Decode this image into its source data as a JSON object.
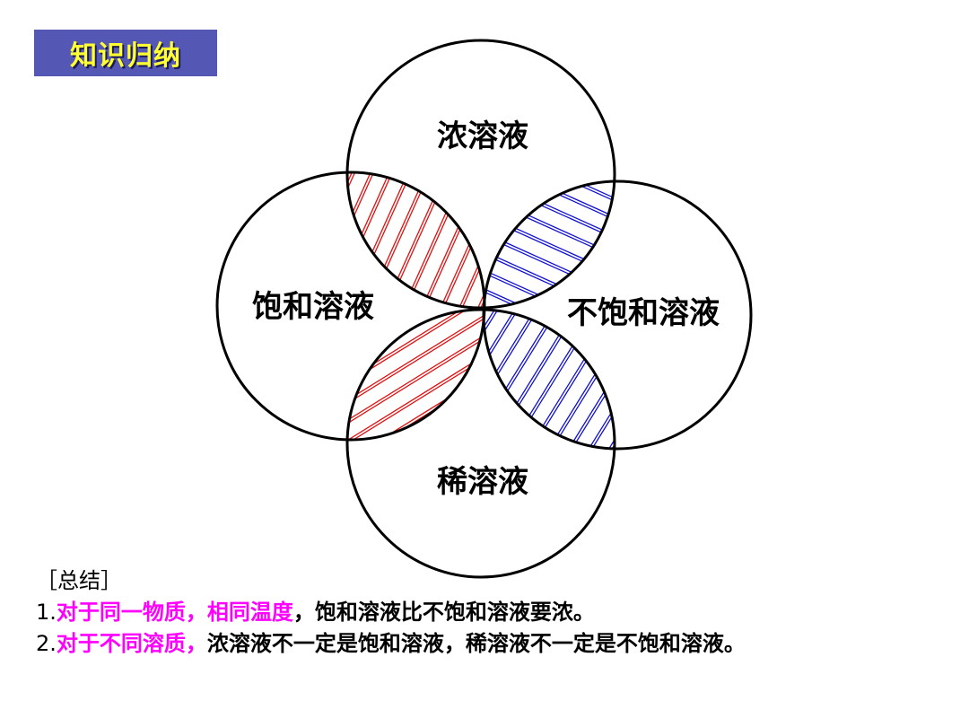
{
  "header": {
    "title": "知识归纳"
  },
  "diagram": {
    "labels": {
      "top": "浓溶液",
      "left": "饱和溶液",
      "right": "不饱和溶液",
      "bottom": "稀溶液"
    },
    "colors": {
      "red_hatch": "#e01010",
      "blue_hatch": "#1010d0",
      "circle": "#000000"
    }
  },
  "summary": {
    "heading": "［总结］",
    "line1": {
      "num": "1.",
      "highlight": "对于同一物质，相同温度",
      "rest": "，饱和溶液比不饱和溶液要浓。"
    },
    "line2": {
      "num": "2.",
      "highlight": "对于不同溶质，",
      "rest": "浓溶液不一定是饱和溶液，稀溶液不一定是不饱和溶液。"
    },
    "highlight_color": "#ff00ff"
  }
}
